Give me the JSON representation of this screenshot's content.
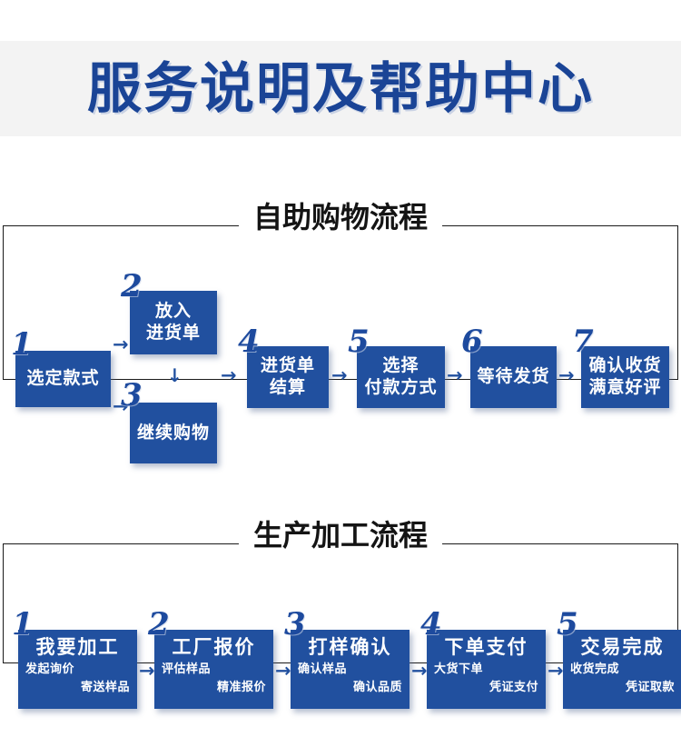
{
  "header": {
    "title": "服务说明及帮助中心",
    "title_color": "#1a4496",
    "band_color": "#f3f3f3"
  },
  "theme": {
    "box_fill": "#21509f",
    "box_text": "#ffffff",
    "number_color": "#1d4a9e",
    "arrow_color": "#21509f",
    "legend_color": "#141414",
    "border_color": "#1a1a1a"
  },
  "sections": [
    {
      "id": "self-service-shopping",
      "legend": "自助购物流程",
      "steps": [
        {
          "number": "1",
          "lines": [
            "选定款式"
          ]
        },
        {
          "number": "2",
          "lines": [
            "放入",
            "进货单"
          ]
        },
        {
          "number": "3",
          "lines": [
            "继续购物"
          ]
        },
        {
          "number": "4",
          "lines": [
            "进货单",
            "结算"
          ]
        },
        {
          "number": "5",
          "lines": [
            "选择",
            "付款方式"
          ]
        },
        {
          "number": "6",
          "lines": [
            "等待发货"
          ]
        },
        {
          "number": "7",
          "lines": [
            "确认收货",
            "满意好评"
          ]
        }
      ],
      "arrows": [
        {
          "glyph": "→",
          "name": "arrow-step1-to-step2"
        },
        {
          "glyph": "→",
          "name": "arrow-step1-to-step3"
        },
        {
          "glyph": "↓",
          "name": "arrow-step2-to-step3"
        },
        {
          "glyph": "→",
          "name": "arrow-step2-to-step4"
        },
        {
          "glyph": "→",
          "name": "arrow-step4-to-step5"
        },
        {
          "glyph": "→",
          "name": "arrow-step5-to-step6"
        },
        {
          "glyph": "→",
          "name": "arrow-step6-to-step7"
        }
      ]
    },
    {
      "id": "production-processing",
      "legend": "生产加工流程",
      "steps": [
        {
          "number": "1",
          "title": "我要加工",
          "sub1": "发起询价",
          "sub2": "寄送样品"
        },
        {
          "number": "2",
          "title": "工厂报价",
          "sub1": "评估样品",
          "sub2": "精准报价"
        },
        {
          "number": "3",
          "title": "打样确认",
          "sub1": "确认样品",
          "sub2": "确认品质"
        },
        {
          "number": "4",
          "title": "下单支付",
          "sub1": "大货下单",
          "sub2": "凭证支付"
        },
        {
          "number": "5",
          "title": "交易完成",
          "sub1": "收货完成",
          "sub2": "凭证取款"
        }
      ],
      "arrows": [
        {
          "glyph": "→",
          "name": "arrow-proc1-to-proc2"
        },
        {
          "glyph": "→",
          "name": "arrow-proc2-to-proc3"
        },
        {
          "glyph": "→",
          "name": "arrow-proc3-to-proc4"
        },
        {
          "glyph": "→",
          "name": "arrow-proc4-to-proc5"
        }
      ]
    }
  ]
}
